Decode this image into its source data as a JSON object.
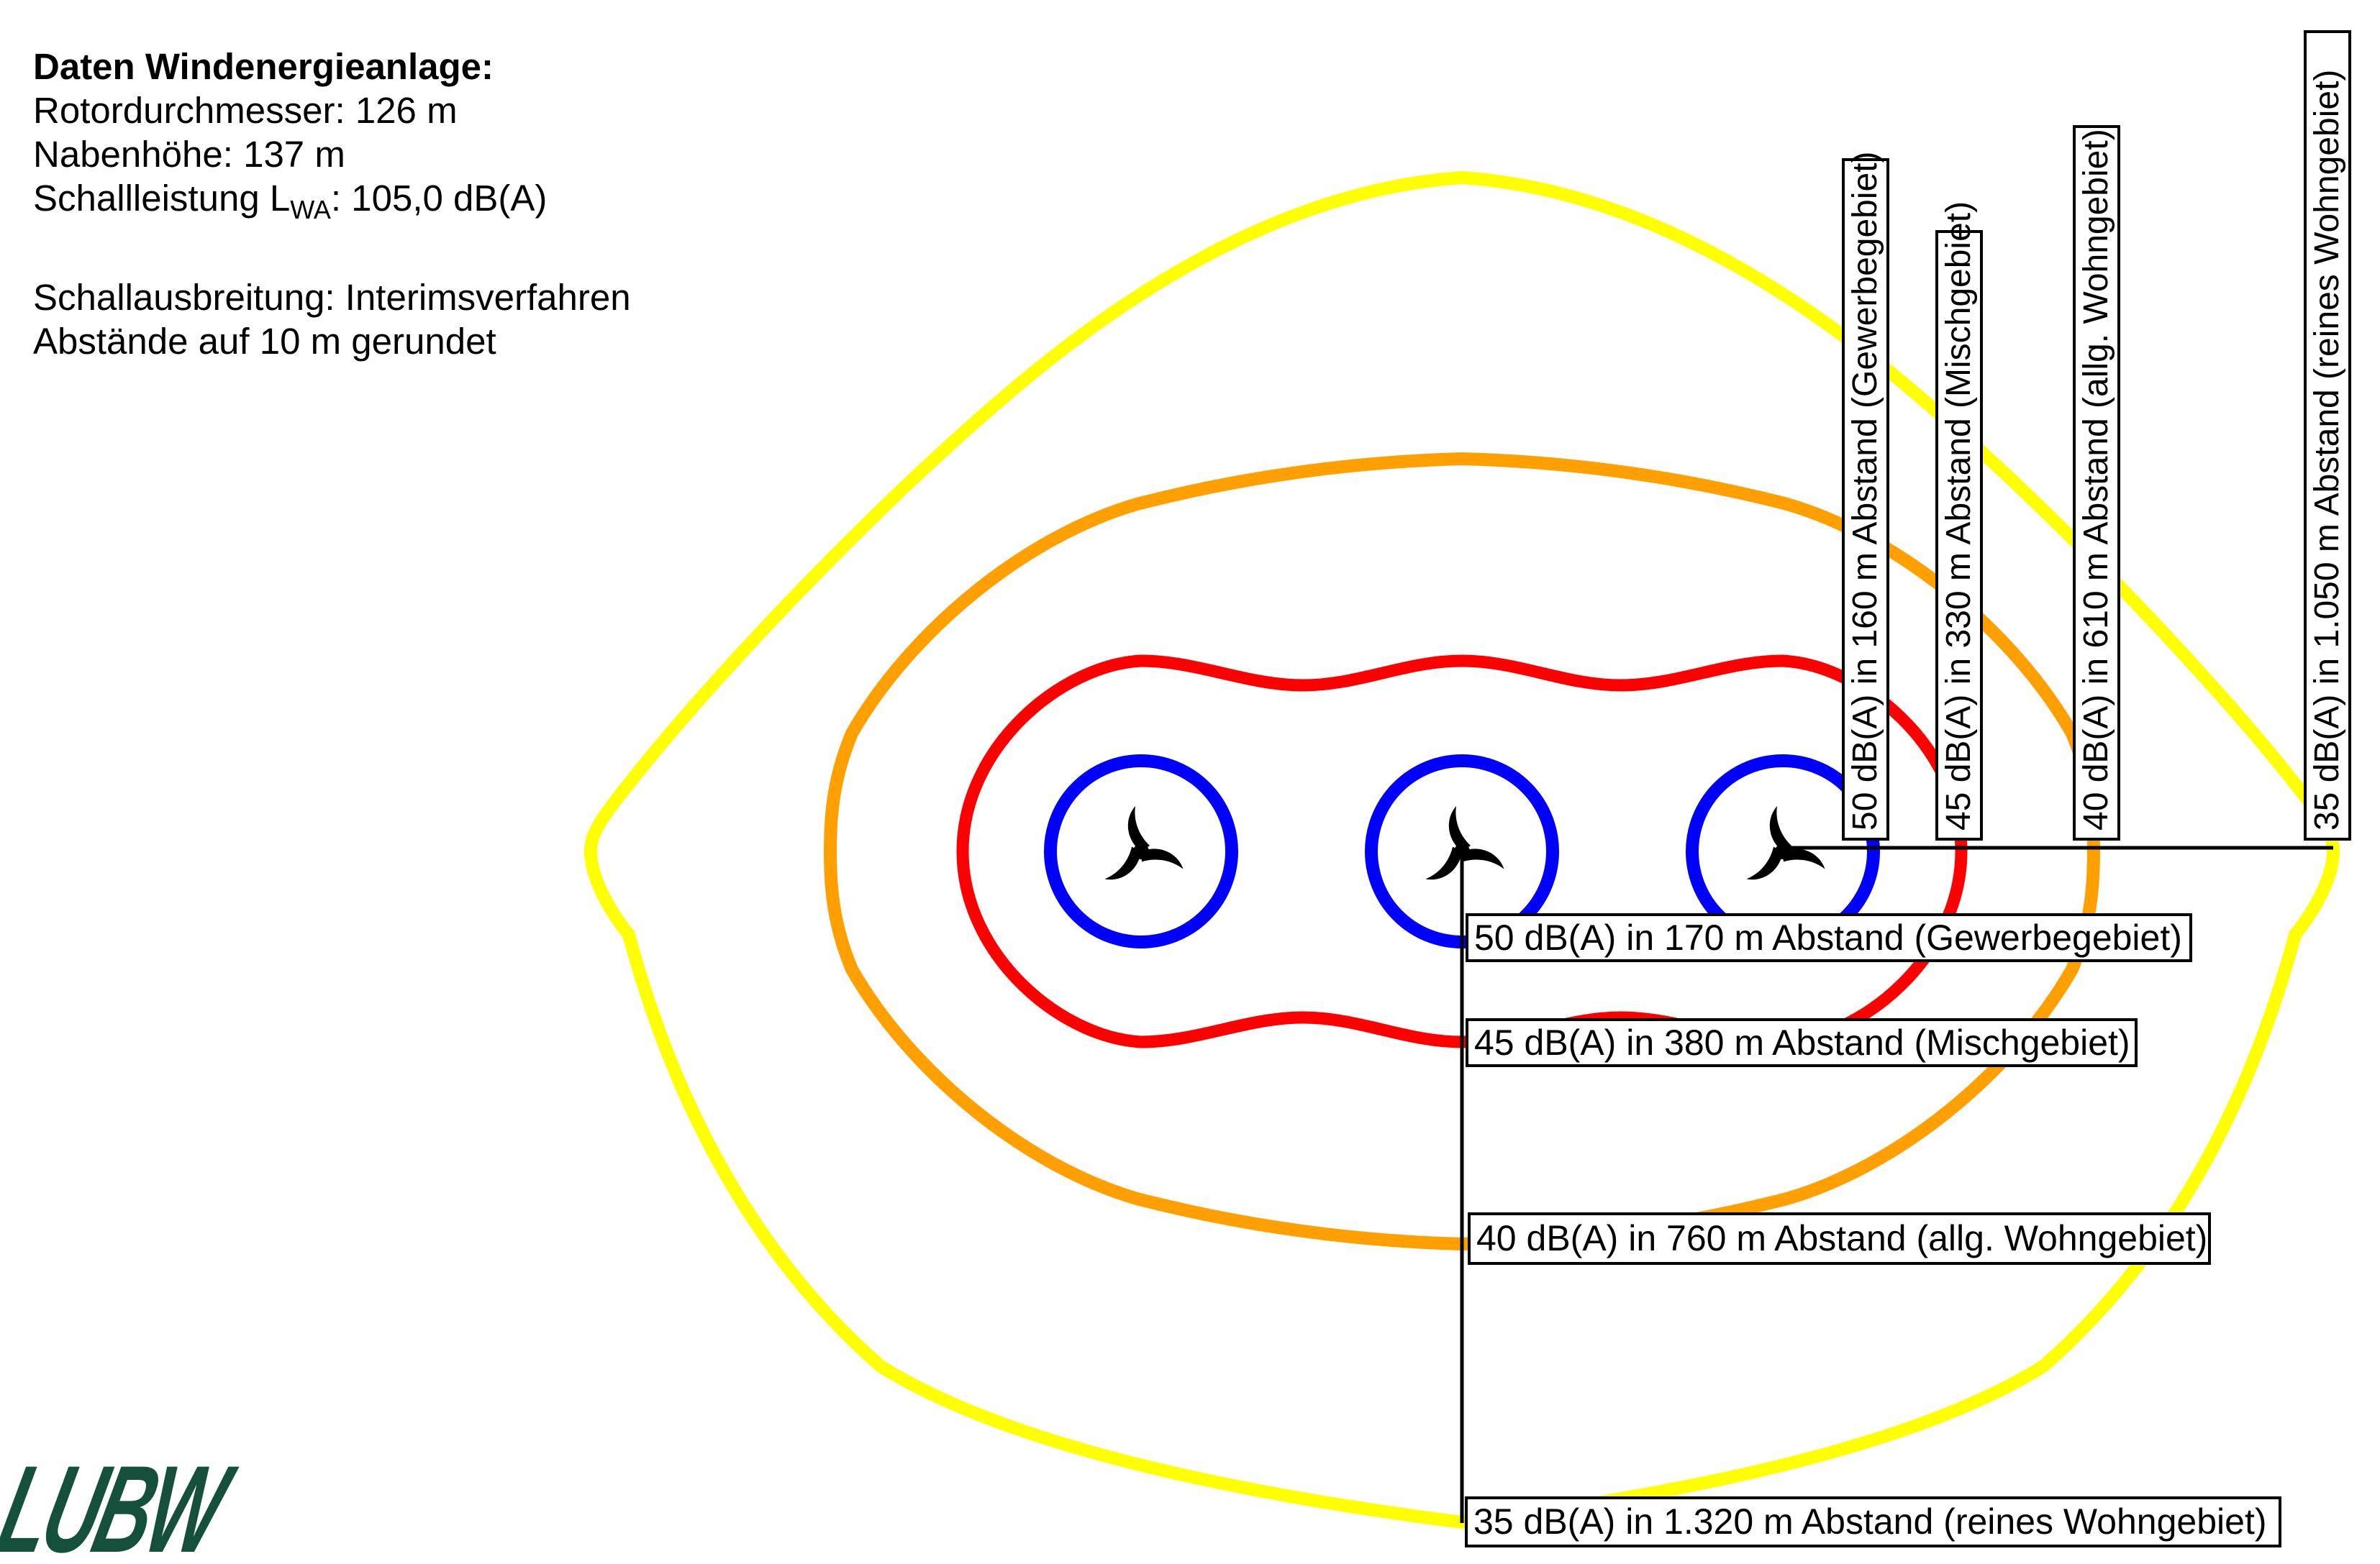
{
  "info_panel": {
    "title": "Daten Windenergieanlage:",
    "rotor": "Rotordurchmesser: 126 m",
    "hub": "Nabenhöhe: 137 m",
    "sound_prefix": "Schallleistung L",
    "sound_sub": "WA",
    "sound_suffix": ": 105,0 dB(A)",
    "propagation": "Schallausbreitung: Interimsverfahren",
    "rounding": "Abstände auf 10 m gerundet"
  },
  "logo": {
    "text": "LUBW",
    "color": "#14503C"
  },
  "diagram": {
    "colors": {
      "c35": "#FFFF00",
      "c40": "#FFA000",
      "c45": "#FF0000",
      "c50": "#0000FF"
    },
    "vertical_labels": [
      {
        "text": "50 dB(A) in 160 m Abstand (Gewerbegebiet)"
      },
      {
        "text": "45 dB(A) in 330 m Abstand (Mischgebiet)"
      },
      {
        "text": "40 dB(A) in 610 m Abstand (allg. Wohngebiet)"
      },
      {
        "text": "35 dB(A) in 1.050 m Abstand (reines Wohngebiet)"
      }
    ],
    "horizontal_labels": [
      {
        "text": "50 dB(A) in 170 m Abstand (Gewerbegebiet)"
      },
      {
        "text": "45 dB(A) in 380 m Abstand (Mischgebiet)"
      },
      {
        "text": "40 dB(A) in 760 m Abstand (allg. Wohngebiet)"
      },
      {
        "text": "35 dB(A) in 1.320 m Abstand (reines Wohngebiet)"
      }
    ]
  }
}
